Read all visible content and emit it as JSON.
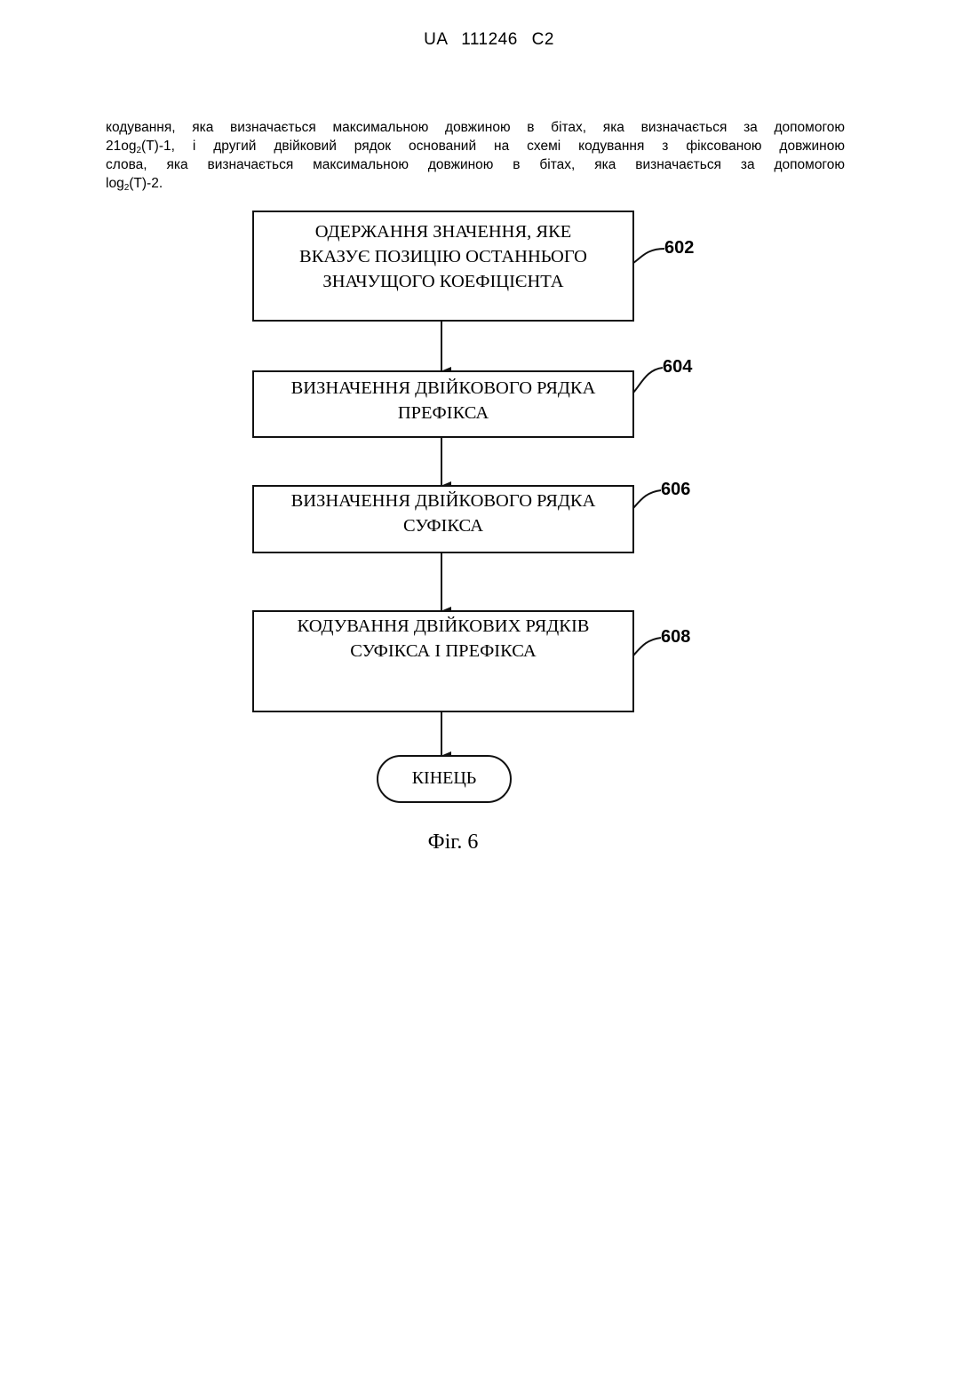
{
  "header": {
    "patent_number": "UA   111246   C2"
  },
  "paragraph": {
    "line1": "кодування, яка визначається максимальною довжиною в бітах, яка визначається за допомогою",
    "line2_pre": "21og",
    "line2_sub": "2",
    "line2_post": "(T)-1, і другий двійковий рядок оснований на схемі кодування з фіксованою довжиною",
    "line3": "слова, яка визначається максимальною довжиною в бітах, яка визначається за допомогою",
    "line4_pre": "log",
    "line4_sub": "2",
    "line4_post": "(T)-2."
  },
  "flowchart": {
    "steps": [
      {
        "ref": "602",
        "lines": [
          "ОДЕРЖАННЯ ЗНАЧЕННЯ, ЯКЕ",
          "ВКАЗУЄ ПОЗИЦІЮ ОСТАННЬОГО",
          "ЗНАЧУЩОГО КОЕФІЦІЄНТА"
        ]
      },
      {
        "ref": "604",
        "lines": [
          "ВИЗНАЧЕННЯ ДВІЙКОВОГО РЯДКА",
          "ПРЕФІКСА"
        ]
      },
      {
        "ref": "606",
        "lines": [
          "ВИЗНАЧЕННЯ ДВІЙКОВОГО РЯДКА",
          "СУФІКСА"
        ]
      },
      {
        "ref": "608",
        "lines": [
          "КОДУВАННЯ ДВІЙКОВИХ РЯДКІВ",
          "СУФІКСА І ПРЕФІКСА"
        ]
      }
    ],
    "end_label": "КІНЕЦЬ"
  },
  "caption": "Фіг. 6"
}
